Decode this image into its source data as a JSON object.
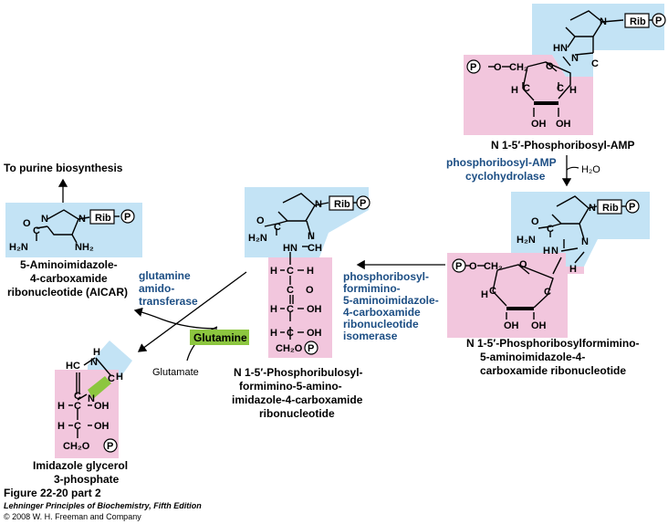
{
  "compounds": {
    "n1_phosphoribosyl_amp": "N 1-5′-Phosphoribosyl-AMP",
    "n1_phosphoribosylformimino": [
      "N 1-5′-Phosphoribosylformimino-",
      "5-aminoimidazole-4-",
      "carboxamide ribonucleotide"
    ],
    "n1_phosphoribulosyl": [
      "N 1-5′-Phosphoribulosyl-",
      "formimino-5-amino-",
      "imidazole-4-carboxamide",
      "ribonucleotide"
    ],
    "aicar": [
      "5-Aminoimidazole-",
      "4-carboxamide",
      "ribonucleotide (AICAR)"
    ],
    "imidazole_glycerol": [
      "Imidazole glycerol",
      "3-phosphate"
    ],
    "to_purine": "To purine biosynthesis",
    "glutamine": "Glutamine",
    "glutamate": "Glutamate",
    "water": "H₂O"
  },
  "enzymes": {
    "cyclohydrolase": [
      "phosphoribosyl-AMP",
      "cyclohydrolase"
    ],
    "isomerase": [
      "phosphoribosyl-",
      "formimino-",
      "5-aminoimidazole-",
      "4-carboxamide",
      "ribonucleotide",
      "isomerase"
    ],
    "amidotransferase": [
      "glutamine",
      "amido-",
      "transferase"
    ]
  },
  "atoms": {
    "rib": "Rib",
    "p": "P",
    "n": "N",
    "hn": "HN",
    "hn_eq": "HN",
    "nh2": "NH₂",
    "h2n": "H₂N",
    "c": "C",
    "o": "O",
    "h": "H",
    "oh": "OH",
    "hc": "HC",
    "ch2": "CH₂",
    "ch2o": "CH₂O",
    "hn_dash": "HN",
    "cheq": "C",
    "p_o_ch2": "O",
    "h_minus": "H"
  },
  "footer": {
    "figure": "Figure 22-20 part 2",
    "book": "Lehninger Principles of Biochemistry, Fifth Edition",
    "copyright": "© 2008 W. H. Freeman and Company"
  },
  "colors": {
    "blue_region": "#c3e3f5",
    "pink_region": "#f2c6dd",
    "green_label": "#8cc63f",
    "enzyme_text": "#1c4e84"
  }
}
